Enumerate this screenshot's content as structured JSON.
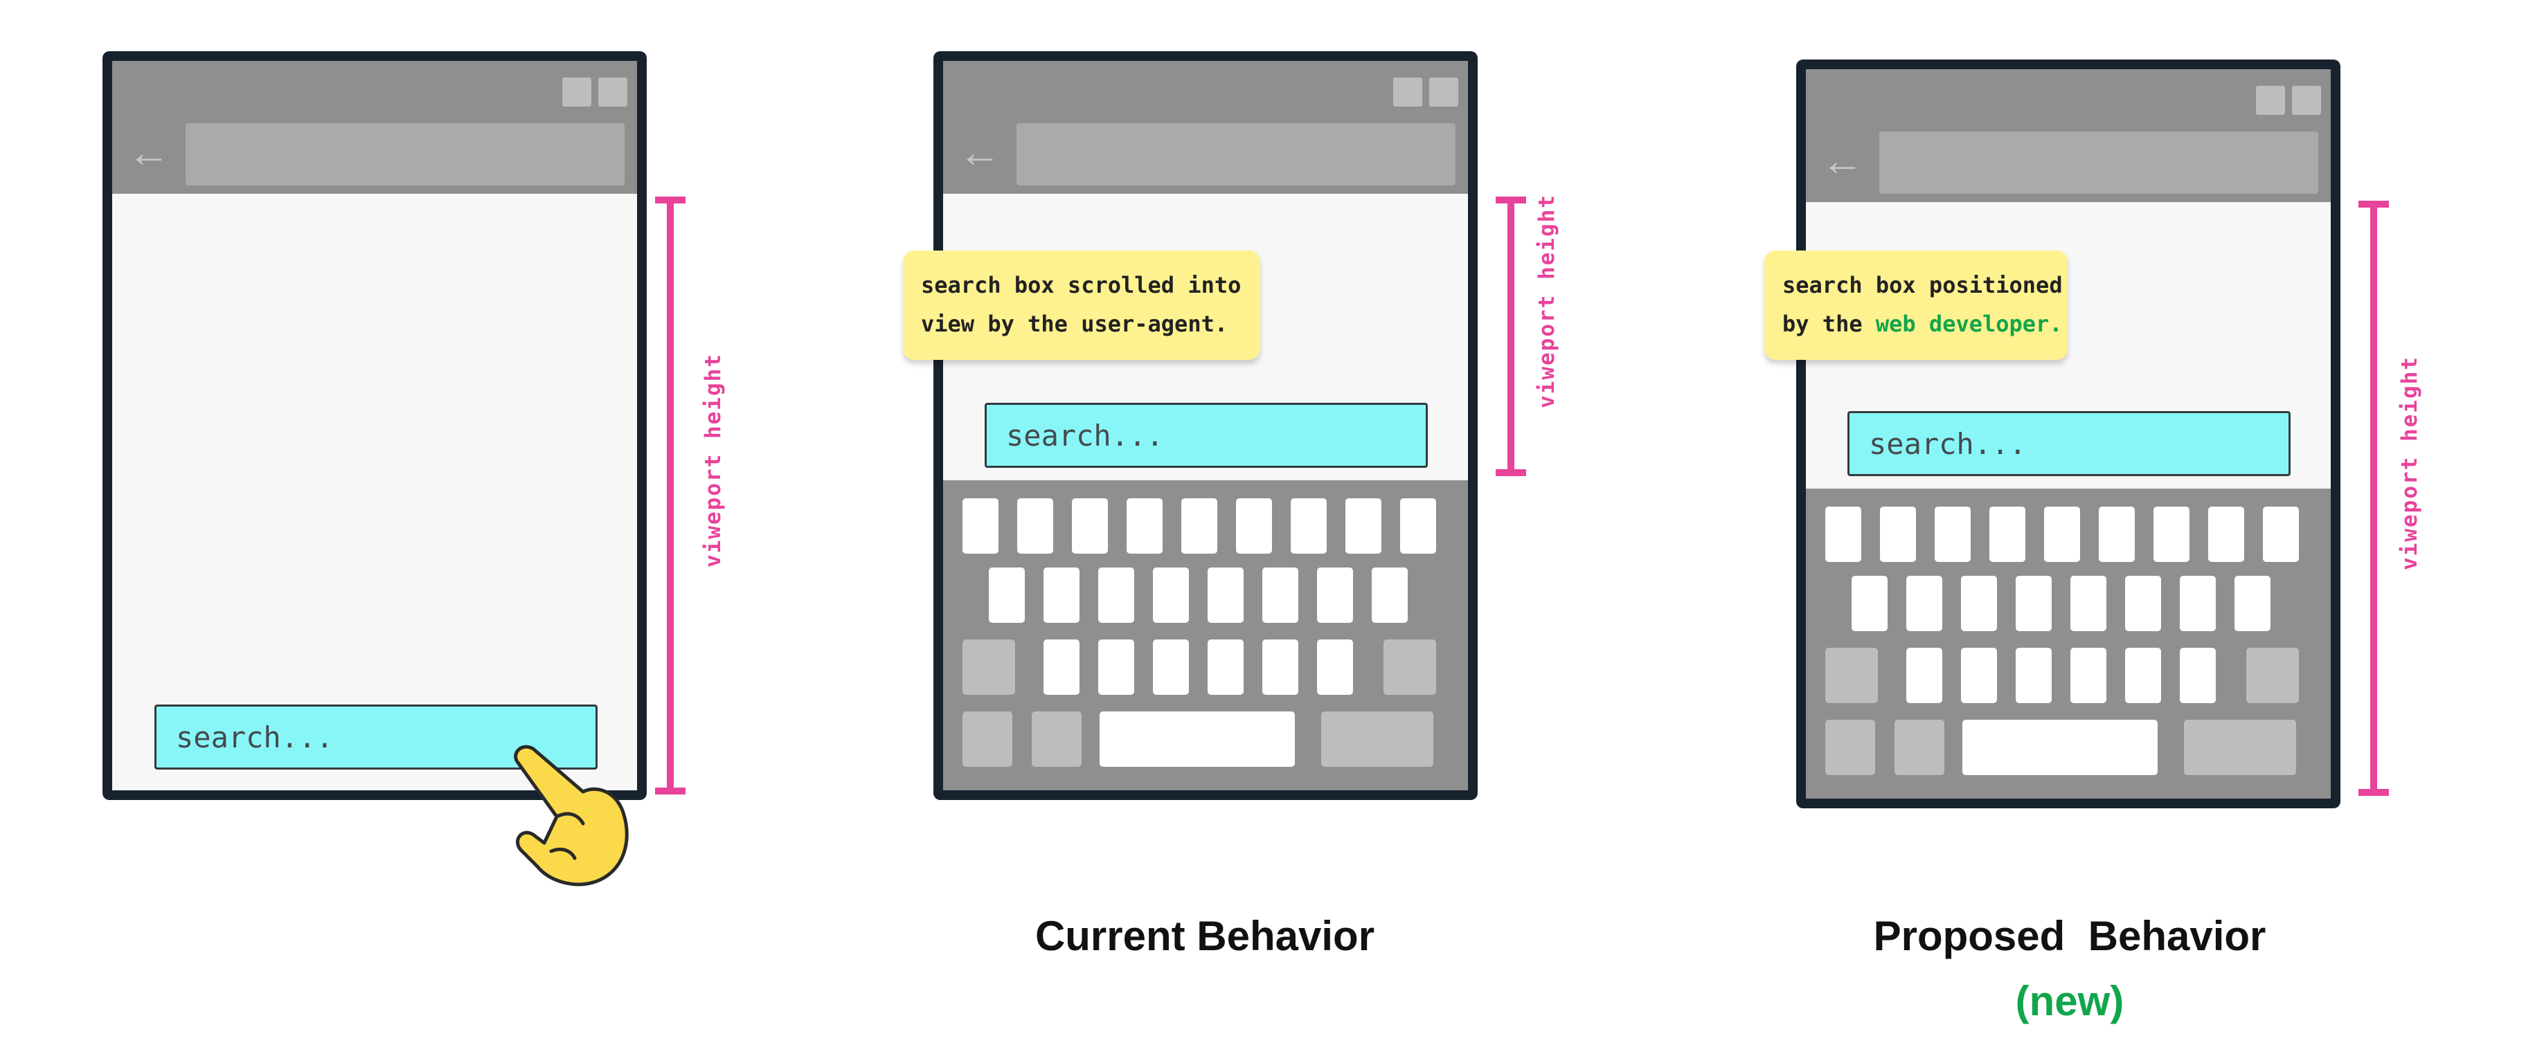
{
  "search_placeholder": "search...",
  "ruler_label": "viweport height",
  "panels": {
    "current": {
      "note_line1": "search box scrolled into",
      "note_line2": "view by the user-agent.",
      "caption": "Current Behavior"
    },
    "proposed": {
      "note_line1": "search box positioned",
      "note_line2_prefix": "by the",
      "note_line2_highlight": "web developer.",
      "caption": "Proposed  Behavior",
      "badge": "(new)"
    }
  },
  "icons": {
    "back": "back-arrow-icon",
    "tap": "pointing-hand-icon"
  },
  "colors": {
    "phone_frame": "#18222e",
    "chrome": "#8f8f8f",
    "search_box": "#88f6f6",
    "note": "#fdf28f",
    "ruler": "#e8439b",
    "highlight_green": "#12a54c",
    "hand": "#fad94b"
  }
}
